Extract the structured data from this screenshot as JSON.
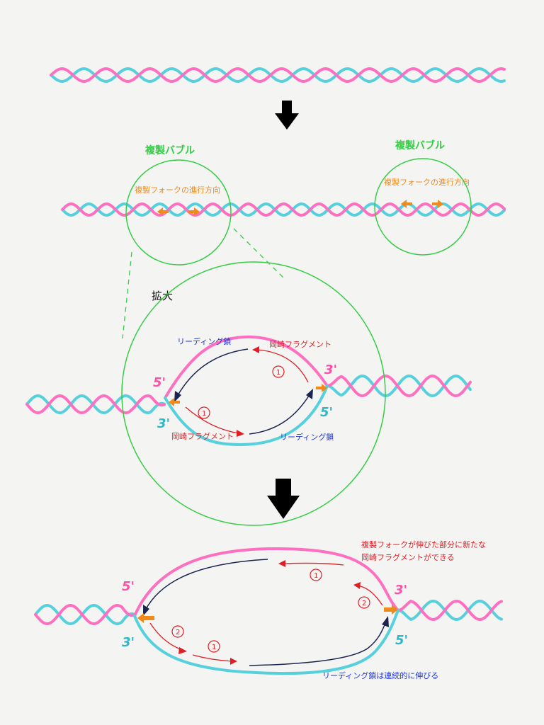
{
  "colors": {
    "pink": "#ff6fc0",
    "cyan": "#55d0dc",
    "green": "#35cc46",
    "orange": "#f08a1d",
    "blue": "#1e36d6",
    "red": "#e01e24",
    "navy": "#1c2550",
    "black": "#000000"
  },
  "labels": {
    "bubble_left": "複製バブル",
    "bubble_right": "複製バブル",
    "fork_direction_left": "複製フォークの進行方向",
    "fork_direction_right": "複製フォークの進行方向",
    "zoom": "拡大",
    "leading_strand_top": "リーディング鎖",
    "okazaki_top": "岡崎フラグメント",
    "okazaki_bottom": "岡崎フラグメント",
    "leading_strand_bottom": "リーディング鎖",
    "note_new_fragment_line1": "複製フォークが伸びた部分に新たな",
    "note_new_fragment_line2": "岡崎フラグメントができる",
    "note_leading_continuous": "リーディング鎖は連続的に伸びる",
    "prime5": "5'",
    "prime3": "3'",
    "num1": "1",
    "num2": "2"
  },
  "icons": {
    "step_arrow": "down-arrow-icon",
    "fork_arrow": "orange-arrow-icon"
  }
}
